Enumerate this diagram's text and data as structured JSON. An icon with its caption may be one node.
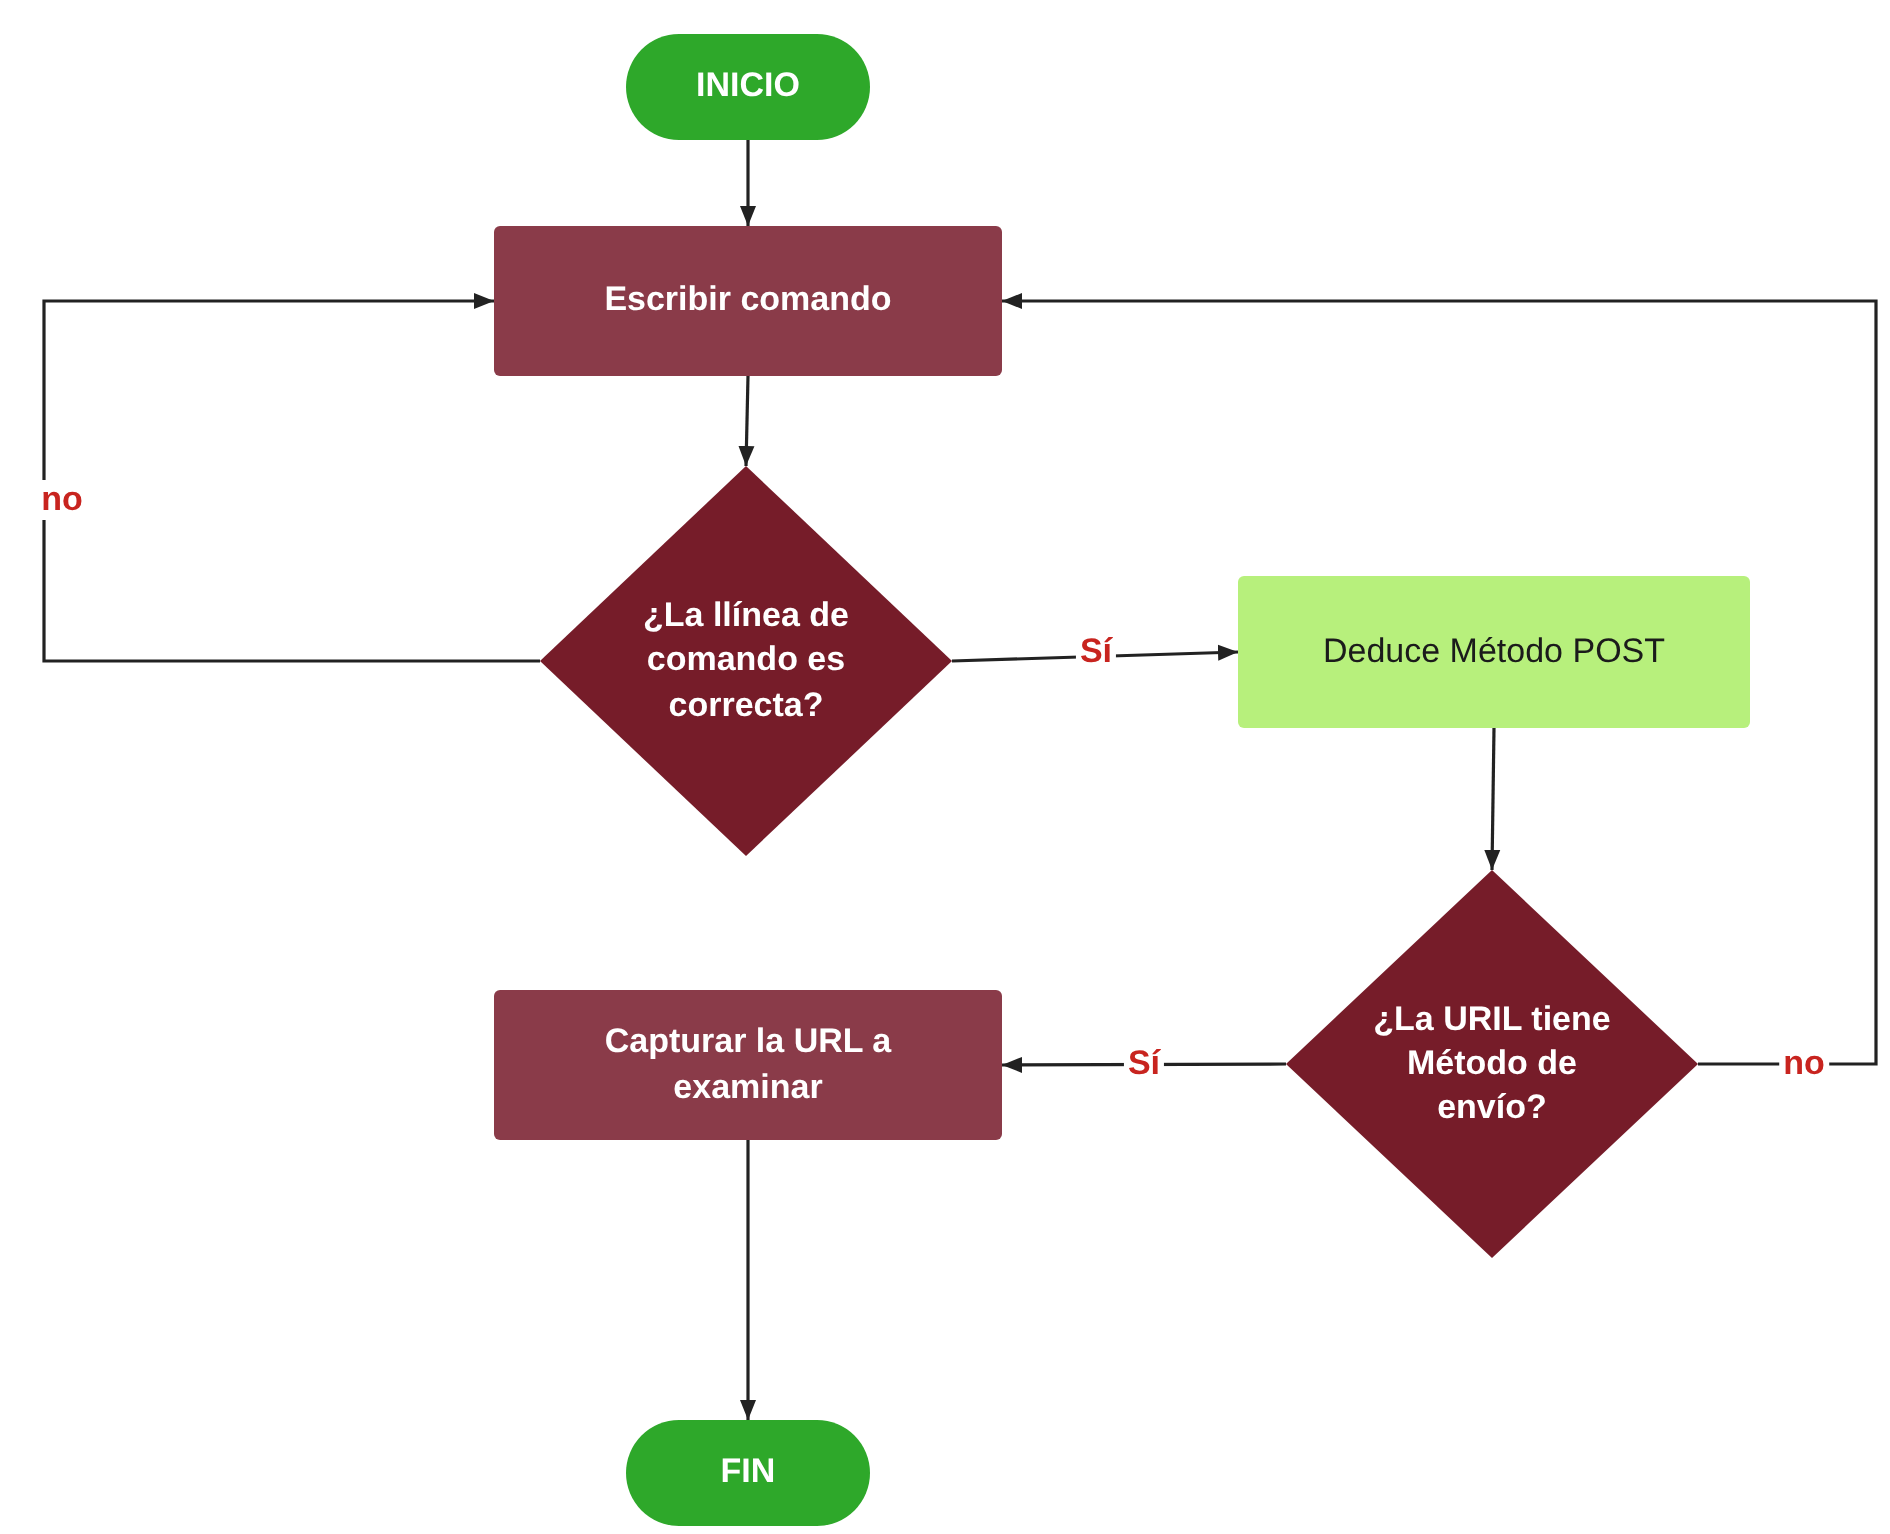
{
  "diagram": {
    "nodes": [
      {
        "text": [
          "INICIO"
        ]
      },
      {
        "text": [
          "Escribir comando"
        ]
      },
      {
        "text": [
          "¿La llínea de comando es correcta?"
        ]
      },
      {
        "text": [
          "Deduce Método POST"
        ]
      },
      {
        "text": [
          "¿La URIL tiene Método de envío?"
        ]
      },
      {
        "text": [
          "Capturar la URL a examinar"
        ]
      },
      {
        "text": [
          "FIN"
        ]
      }
    ],
    "edges": [
      {
        "from": 0,
        "to": 1,
        "arrow": "to"
      },
      {
        "from": 1,
        "to": 2,
        "arrow": "to"
      },
      {
        "from": 2,
        "to": 1,
        "label": "no",
        "arrow": "to"
      },
      {
        "from": 2,
        "to": 3,
        "label": "Sí",
        "arrow": "to"
      },
      {
        "from": 3,
        "to": 4,
        "arrow": "to"
      },
      {
        "from": 4,
        "to": 5,
        "label": "Sí",
        "arrow": "to"
      },
      {
        "from": 4,
        "to": 1,
        "label": "no",
        "arrow": "to"
      },
      {
        "from": 5,
        "to": 6,
        "arrow": "to"
      }
    ]
  }
}
